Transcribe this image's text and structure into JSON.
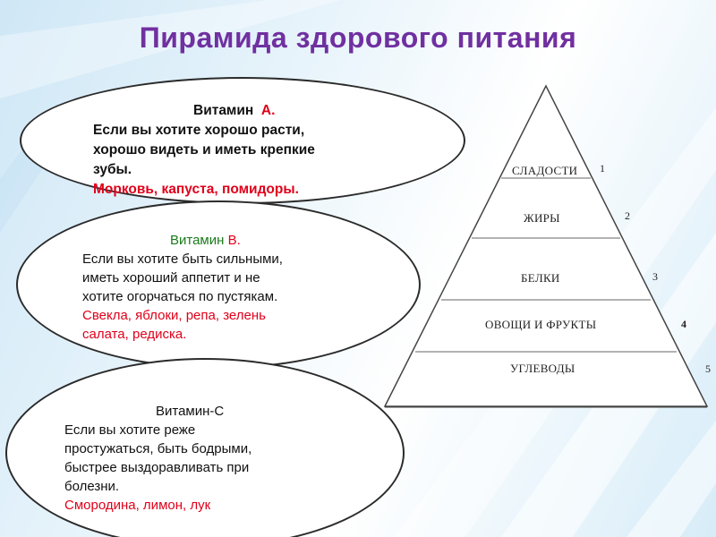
{
  "title": "Пирамида здорового питания",
  "vitamin_a": {
    "heading_prefix": "Витамин",
    "heading_letter": "А.",
    "lines": [
      "Если вы хотите хорошо расти,",
      "хорошо видеть и иметь крепкие",
      "зубы."
    ],
    "foods": "Морковь, капуста, помидоры."
  },
  "vitamin_b": {
    "heading_prefix": "Витамин",
    "heading_letter": "В.",
    "lines": [
      "Если вы хотите быть сильными,",
      "иметь хороший аппетит и не",
      "хотите огорчаться по пустякам."
    ],
    "foods": [
      "Свекла, яблоки, репа, зелень",
      "салата, редиска."
    ]
  },
  "vitamin_c": {
    "heading": "Витамин-С",
    "lines": [
      "Если вы хотите реже",
      "простужаться, быть бодрыми,",
      "быстрее выздоравливать при",
      "болезни."
    ],
    "foods": "Смородина, лимон, лук"
  },
  "pyramid": {
    "levels": [
      "СЛАДОСТИ",
      "ЖИРЫ",
      "БЕЛКИ",
      "ОВОЩИ И ФРУКТЫ",
      "УГЛЕВОДЫ"
    ],
    "numbers": [
      "1",
      "2",
      "3",
      "4",
      "5"
    ]
  },
  "colors": {
    "title": "#7030a0",
    "foods": "#e0001a",
    "vitamin_b_heading": "#1a7a1a"
  }
}
